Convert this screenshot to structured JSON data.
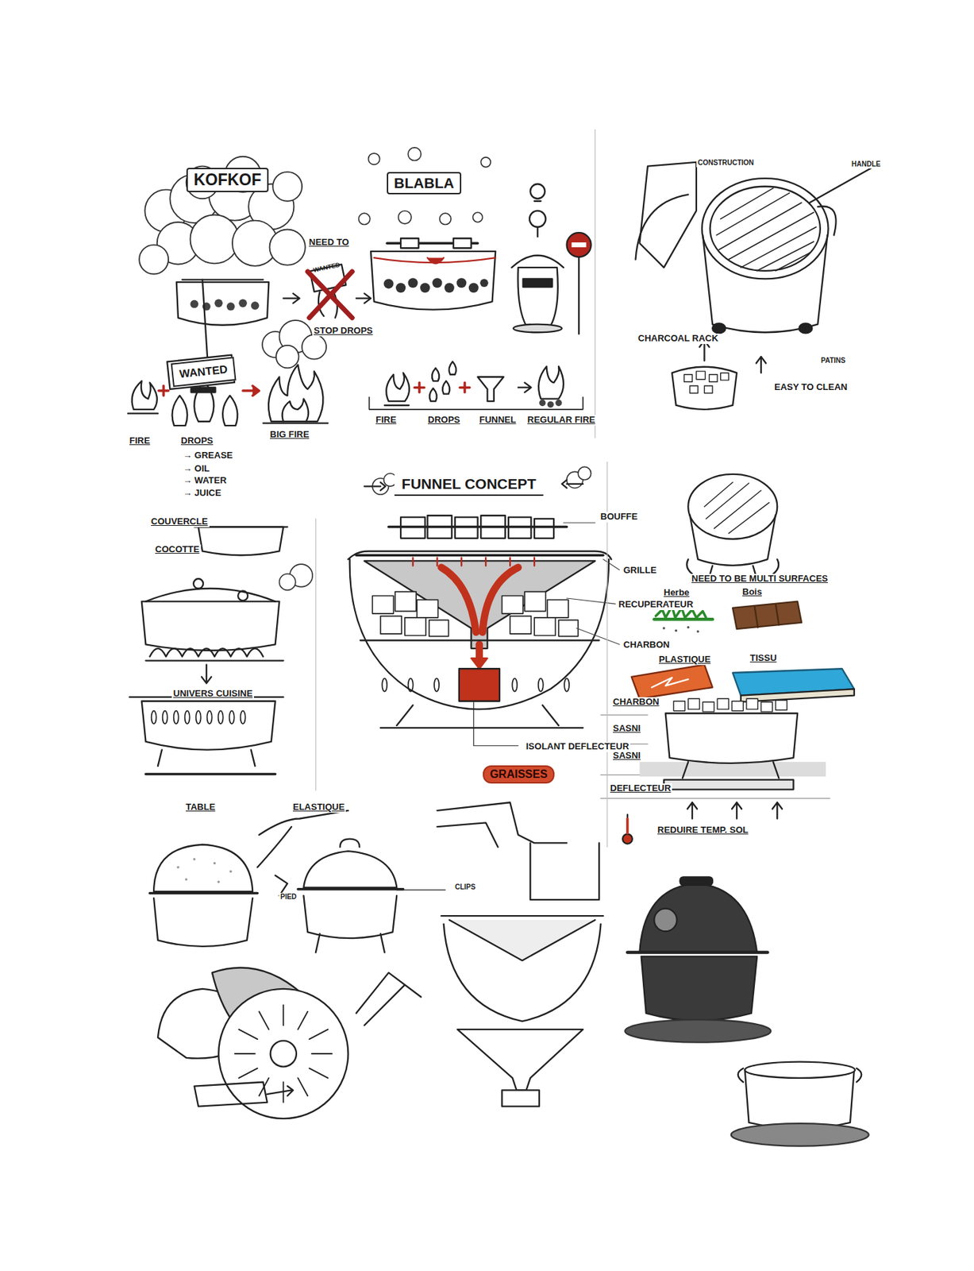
{
  "diagram": {
    "nodes": [
      {
        "text": [
          "KOFKOF"
        ]
      },
      {
        "text": [
          "WANTED"
        ]
      },
      {
        "text": [
          "BLABLA"
        ]
      },
      {
        "text": [
          "FUNNEL CONCEPT"
        ]
      },
      {
        "text": [
          "GRAISSES"
        ]
      }
    ],
    "labels": [
      "NEED TO",
      "STOP DROPS",
      "FIRE",
      "DROPS",
      "→ GREASE",
      "→ OIL",
      "→ WATER",
      "→ JUICE",
      "BIG FIRE",
      "FIRE",
      "DROPS",
      "FUNNEL",
      "REGULAR FIRE",
      "CONSTRUCTION",
      "HANDLE",
      "CHARCOAL RACK",
      "EASY TO CLEAN",
      "PATINS",
      "COUVERCLE",
      "COCOTTE",
      "UNIVERS CUISINE",
      "TABLE",
      "BOUFFE",
      "GRILLE",
      "RECUPERATEUR",
      "CHARBON",
      "ISOLANT DEFLECTEUR",
      "NEED TO BE MULTI SURFACES",
      "Herbe",
      "Bois",
      "PLASTIQUE",
      "TISSU",
      "CHARBON",
      "SASNI",
      "SASNI",
      "DEFLECTEUR",
      "REDUIRE TEMP. SOL",
      "ELASTIQUE",
      "PIED",
      "CLIPS",
      "WANTED"
    ]
  }
}
